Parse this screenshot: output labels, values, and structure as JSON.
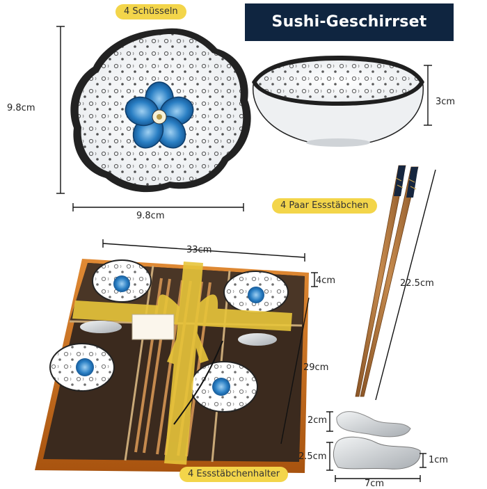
{
  "title": "Sushi-Geschirrset",
  "labels": {
    "bowls": "4 Schüsseln",
    "chopsticks": "4 Paar Essstäbchen",
    "rests": "4 Essstäbchenhalter"
  },
  "dimensions": {
    "bowl_height": "9.8cm",
    "bowl_width": "9.8cm",
    "bowl_depth": "3cm",
    "box_width": "33cm",
    "box_depth": "4cm",
    "box_length": "29cm",
    "chopstick_length": "22.5cm",
    "rest_height_small": "2cm",
    "rest_height_large": "2.5cm",
    "rest_side": "1cm",
    "rest_length": "7cm"
  },
  "colors": {
    "banner": "#0f2540",
    "pill": "#f3d54a",
    "flower_blue": "#1f6fb0",
    "wood": "#b87a3f",
    "box_orange": "#c96a1c",
    "ribbon": "#e7c43a"
  }
}
